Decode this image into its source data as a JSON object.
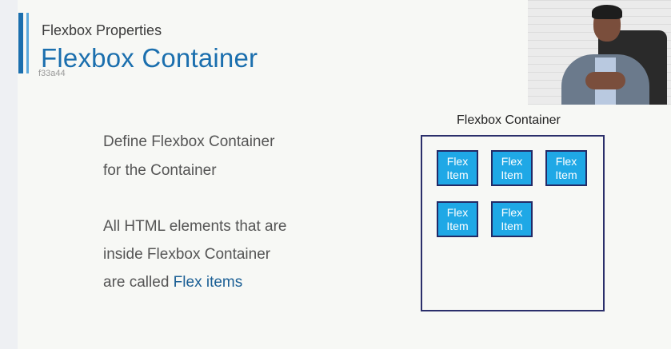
{
  "header": {
    "subtitle": "Flexbox Properties",
    "title": "Flexbox Container",
    "code": "f33a44"
  },
  "body": {
    "paragraph1": [
      "Define Flexbox Container",
      "for the Container"
    ],
    "paragraph2_lines": [
      "All HTML elements that are",
      "inside Flexbox Container"
    ],
    "paragraph2_last_prefix": "are called ",
    "paragraph2_last_highlight": "Flex items"
  },
  "diagram": {
    "label": "Flexbox Container",
    "items": [
      {
        "line1": "Flex",
        "line2": "Item"
      },
      {
        "line1": "Flex",
        "line2": "Item"
      },
      {
        "line1": "Flex",
        "line2": "Item"
      },
      {
        "line1": "Flex",
        "line2": "Item"
      },
      {
        "line1": "Flex",
        "line2": "Item"
      }
    ]
  },
  "colors": {
    "accent": "#1b6fae",
    "item_fill": "#1fa8e6",
    "item_border": "#232a66"
  }
}
